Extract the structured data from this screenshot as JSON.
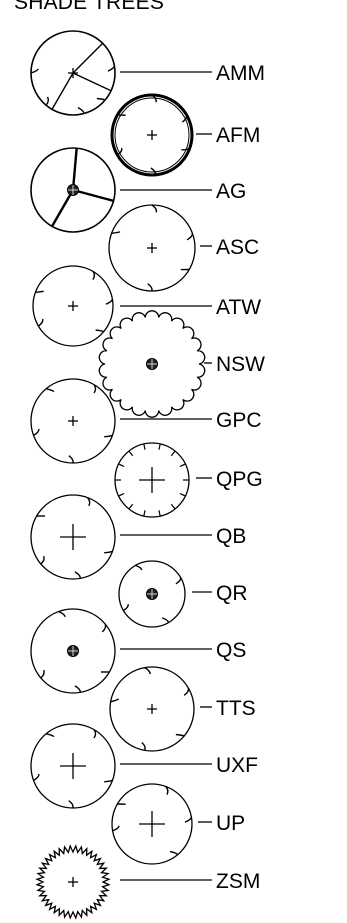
{
  "title": "SHADE TREES",
  "symbols": [
    {
      "code": "AMM",
      "center": "plus"
    },
    {
      "code": "AFM",
      "center": "plus"
    },
    {
      "code": "AG",
      "center": "dot"
    },
    {
      "code": "ASC",
      "center": "plus"
    },
    {
      "code": "ATW",
      "center": "plus"
    },
    {
      "code": "NSW",
      "center": "dot"
    },
    {
      "code": "GPC",
      "center": "plus"
    },
    {
      "code": "QPG",
      "center": "plus"
    },
    {
      "code": "QB",
      "center": "plus"
    },
    {
      "code": "QR",
      "center": "dot"
    },
    {
      "code": "QS",
      "center": "dot"
    },
    {
      "code": "TTS",
      "center": "plus"
    },
    {
      "code": "UXF",
      "center": "plus"
    },
    {
      "code": "UP",
      "center": "plus"
    },
    {
      "code": "ZSM",
      "center": "plus"
    }
  ]
}
